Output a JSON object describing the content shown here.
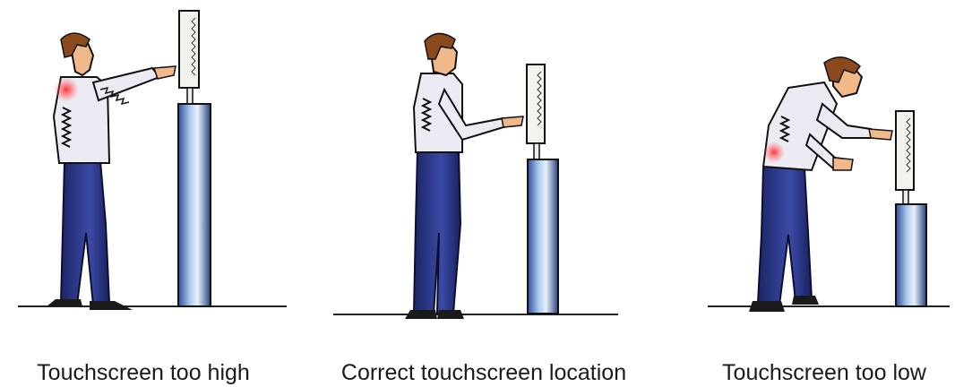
{
  "captions": {
    "high": "Touchscreen too high",
    "correct": "Correct touchscreen location",
    "low": "Touchscreen too low"
  },
  "colors": {
    "background": "#ffffff",
    "shirt": "#ecebf3",
    "pants": "#2e3a8c",
    "hair": "#8a4a1e",
    "skin": "#f1b98a",
    "pole_blue": "#9bbbe0",
    "screen": "#f3f3ee",
    "strain": "#ff2a2a",
    "floor": "#222222"
  },
  "icons": [
    "person-reaching-up",
    "person-standing",
    "person-bending-down",
    "touchscreen-kiosk"
  ]
}
